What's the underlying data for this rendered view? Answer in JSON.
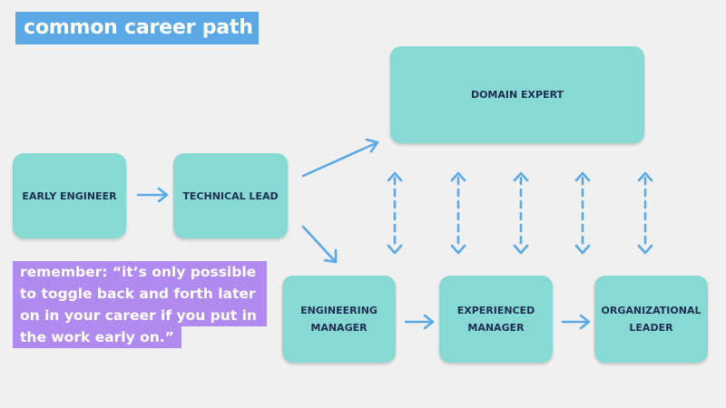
{
  "title": "common career path",
  "boxes": {
    "domain_expert": "DOMAIN EXPERT",
    "early_engineer": "EARLY ENGINEER",
    "technical_lead": "TECHNICAL LEAD",
    "engineering_manager_line1": "ENGINEERING",
    "engineering_manager_line2": "MANAGER",
    "experienced_manager_line1": "EXPERIENCED",
    "experienced_manager_line2": "MANAGER",
    "organizational_leader_line1": "ORGANIZATIONAL",
    "organizational_leader_line2": "LEADER"
  },
  "quote": {
    "line1": "remember: “it’s only possible",
    "line2": "to toggle back and forth later",
    "line3": "on in your career if you put in",
    "line4": "the work early on.”"
  },
  "colors": {
    "background": "#f0f0f0",
    "title_bg": "#5aa9e6",
    "box_fill": "#86dad3",
    "box_text": "#1e2f52",
    "arrow": "#5aa9e6",
    "quote_bg": "#b18af0"
  }
}
